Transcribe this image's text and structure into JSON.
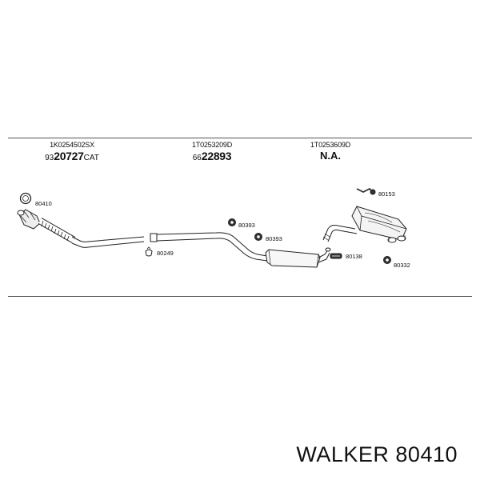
{
  "columns": [
    {
      "part_number": "1K0254502SX",
      "ref_prefix": "93",
      "ref_main": "20727",
      "ref_suffix": "CAT"
    },
    {
      "part_number": "1T0253209D",
      "ref_prefix": "66",
      "ref_main": "22893",
      "ref_suffix": ""
    },
    {
      "part_number": "1T0253609D",
      "ref_prefix": "",
      "ref_main": "N.A.",
      "ref_suffix": ""
    }
  ],
  "callouts": {
    "c80410": "80410",
    "c80249": "80249",
    "c80393a": "80393",
    "c80393b": "80393",
    "c80153": "80153",
    "c80138": "80138",
    "c80332": "80332"
  },
  "footer": {
    "brand": "WALKER 80410"
  }
}
